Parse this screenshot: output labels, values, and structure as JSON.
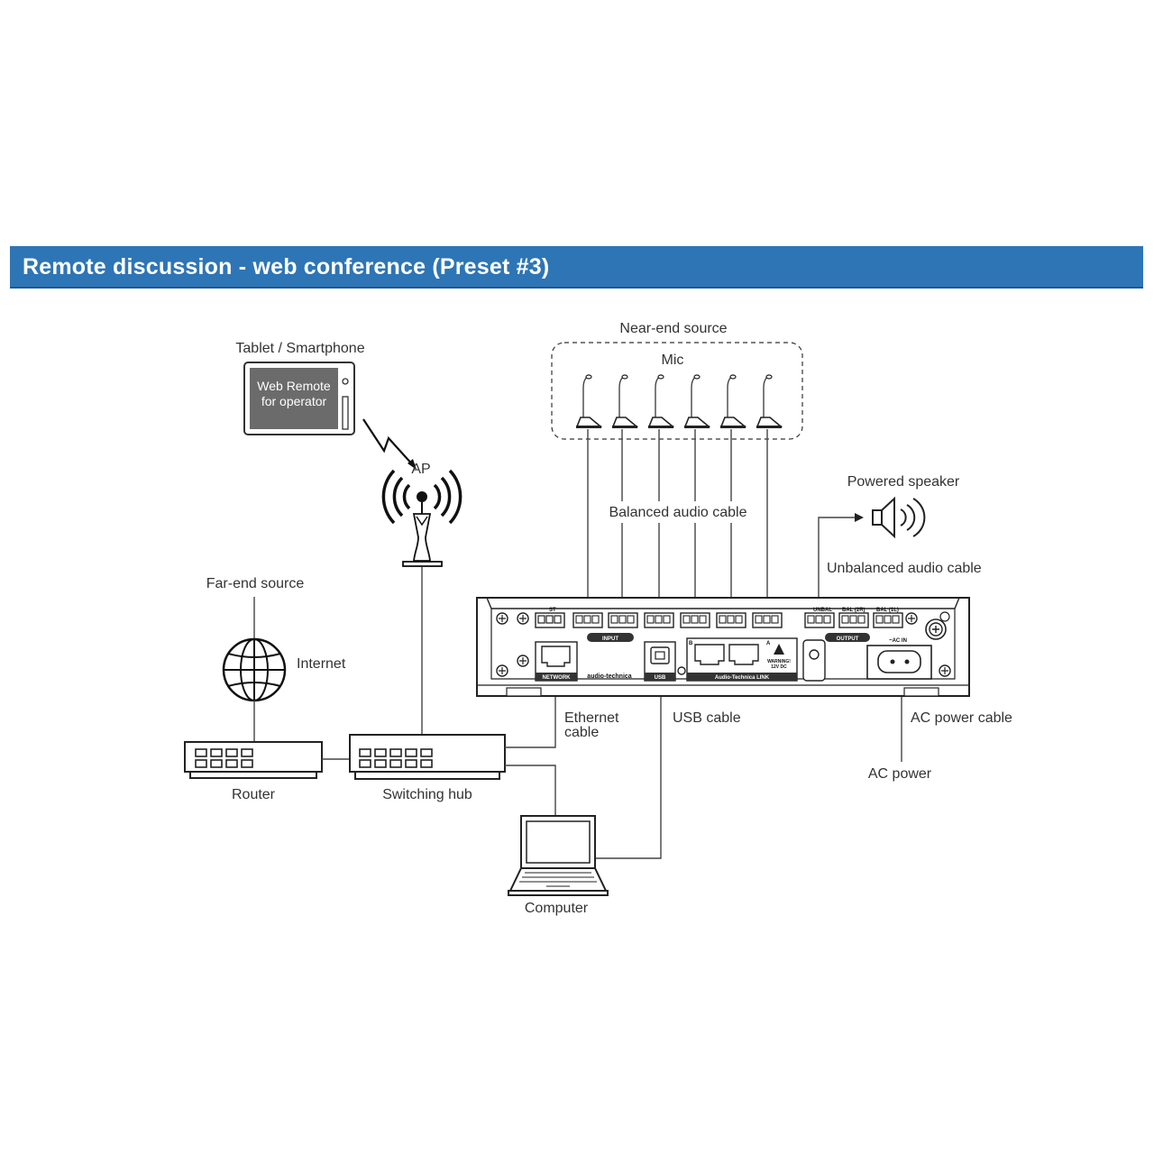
{
  "header": {
    "title": "Remote discussion - web conference (Preset #3)",
    "bar_color": "#2e75b6"
  },
  "labels": {
    "near_end_source": "Near-end source",
    "mic": "Mic",
    "tablet": "Tablet / Smartphone",
    "web_remote_line1": "Web Remote",
    "web_remote_line2": "for operator",
    "ap": "AP",
    "balanced_cable": "Balanced audio cable",
    "powered_speaker": "Powered speaker",
    "unbalanced_cable": "Unbalanced audio cable",
    "far_end_source": "Far-end source",
    "internet": "Internet",
    "router": "Router",
    "switching_hub": "Switching hub",
    "ethernet_cable_line1": "Ethernet",
    "ethernet_cable_line2": "cable",
    "usb_cable": "USB cable",
    "computer": "Computer",
    "ac_power_cable": "AC power cable",
    "ac_power": "AC power"
  },
  "device_panel": {
    "input_label": "INPUT",
    "output_label": "OUTPUT",
    "network_label": "NETWORK",
    "usb_label": "USB",
    "brand": "audio-technica",
    "link_label": "Audio-Technica LINK",
    "warning_line1": "WARNING!",
    "warning_line2": "12V DC",
    "ac_in": "~AC IN",
    "st_label": "ST",
    "unbal_label": "UNBAL",
    "bal_2r_label": "BAL (2R)",
    "bal_1l_label": "BAL (1L)",
    "port_b": "B",
    "port_a": "A"
  },
  "icons": {
    "microphone": "microphone-icon",
    "speaker": "speaker-icon",
    "antenna": "wifi-antenna-icon",
    "globe": "globe-icon",
    "laptop": "laptop-icon",
    "tablet": "tablet-icon"
  },
  "colors": {
    "line": "#444444",
    "screen": "#666666",
    "panel_dark": "#333333"
  }
}
